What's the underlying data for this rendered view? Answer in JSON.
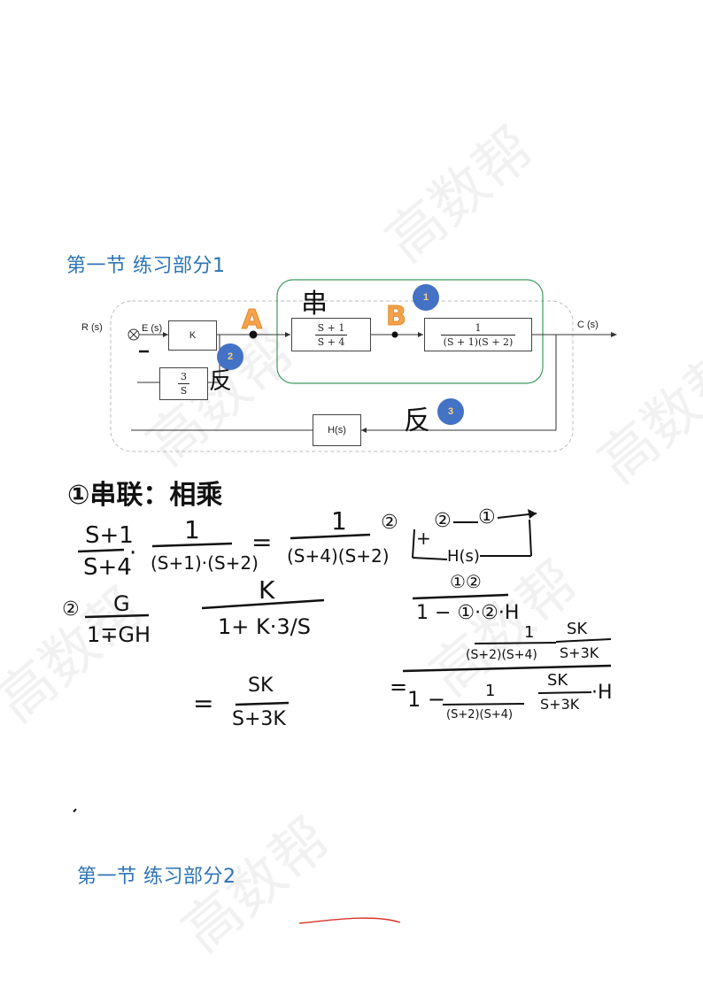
{
  "headings": {
    "section1": "第一节 练习部分1",
    "section2": "第一节 练习部分2"
  },
  "diagram": {
    "input_label": "R (s)",
    "error_label": "E (s)",
    "output_label": "C (s)",
    "block_k": "K",
    "block_g1": {
      "num": "S + 1",
      "den": "S + 4"
    },
    "block_g2": {
      "num": "1",
      "den": "(S + 1)(S + 2)"
    },
    "block_fb_inner": {
      "num": "3",
      "den": "S"
    },
    "block_h": "H(s)",
    "point_a": "A",
    "point_b": "B",
    "minus_sign": "−",
    "badges": [
      "1",
      "2",
      "3"
    ],
    "note_series": "串",
    "note_feedback_1": "反",
    "note_feedback_2": "反"
  },
  "handwriting": {
    "line1": "①串联：相乘",
    "eq1_lhs1": {
      "num": "S+1",
      "den": "S+4"
    },
    "eq1_lhs2": {
      "num": "1",
      "den": "(S+1)·(S+2)"
    },
    "eq1_rhs": {
      "num": "1",
      "den": "(S+4)(S+2)"
    },
    "loop_sketch": {
      "c1": "②",
      "c2": "②",
      "c3": "①",
      "plus": "+",
      "h": "H(s)"
    },
    "loop_formula": {
      "num": "①②",
      "den": "1 − ①·②·H"
    },
    "step2_marker": "②",
    "step2_formula": {
      "num": "G",
      "den": "1∓GH"
    },
    "step2_sub": {
      "num": "K",
      "den": "1+ K·3/S"
    },
    "step2_result": {
      "num": "SK",
      "den": "S+3K"
    },
    "result_a": {
      "n1": "1",
      "d1": "(S+2)(S+4)",
      "n2": "SK",
      "d2": "S+3K"
    },
    "result_b": {
      "prefix": "1 −",
      "n1": "1",
      "d1": "(S+2)(S+4)",
      "n2": "SK",
      "d2": "S+3K",
      "suffix": "·H"
    },
    "eq_sign": "=",
    "eq_sign2": "="
  },
  "watermark": "高数帮"
}
